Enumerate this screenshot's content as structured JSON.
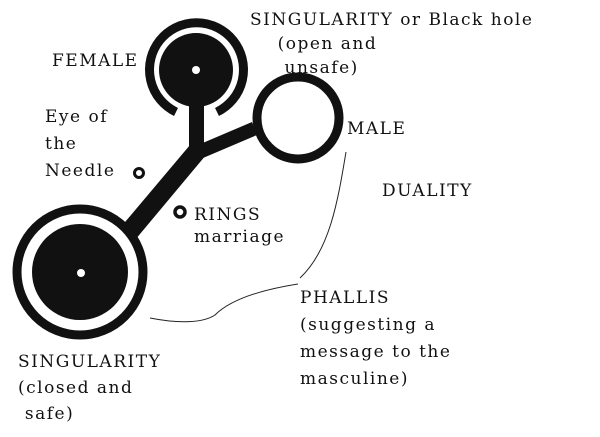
{
  "labels": {
    "singularity_open": "SINGULARITY or Black hole\n    (open and\n     unsafe)",
    "female": "FEMALE",
    "male": "MALE",
    "eye": "Eye of\nthe\nNeedle",
    "duality": "DUALITY",
    "rings": "RINGS\nmarriage",
    "phallis": "PHALLIS\n(suggesting a\nmessage to the\nmasculine)",
    "singularity_closed": "SINGULARITY\n(closed and\n safe)"
  },
  "colors": {
    "ink": "#111111",
    "background": "#ffffff"
  }
}
